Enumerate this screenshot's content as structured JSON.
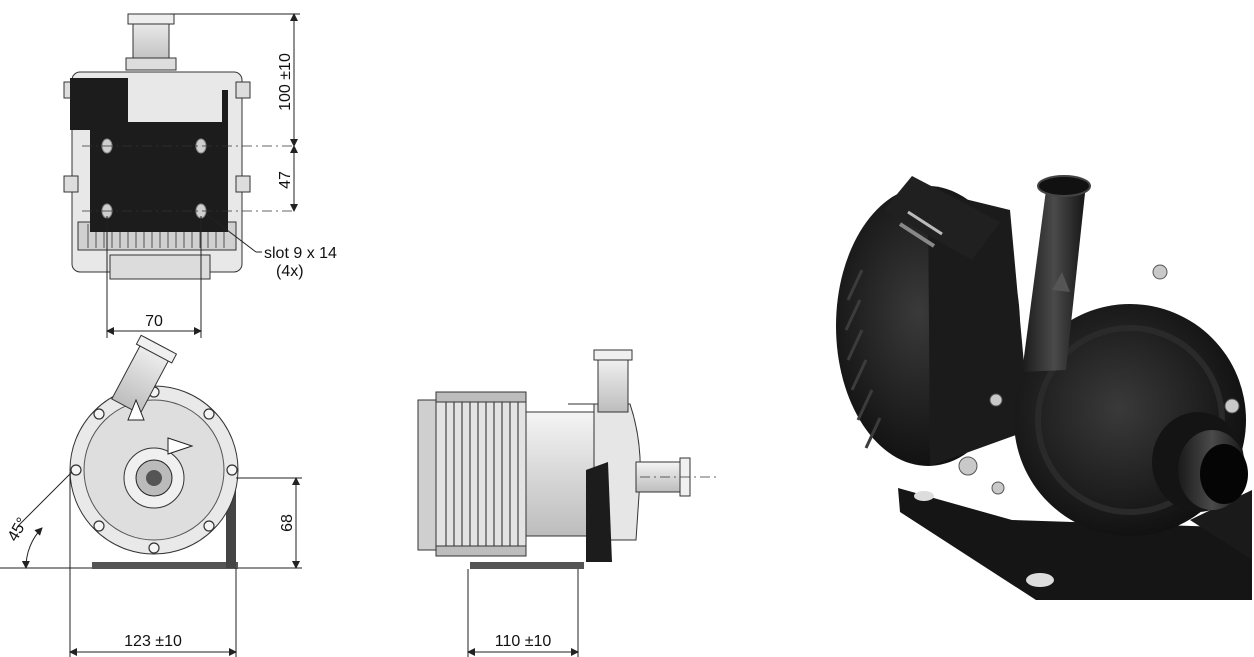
{
  "top_view": {
    "dim_height": "100 ±10",
    "dim_slot_spacing": "47",
    "dim_width": "70",
    "slot_label": "slot 9 x 14",
    "slot_count": "(4x)"
  },
  "front_view": {
    "dim_angle": "45°",
    "dim_height": "68",
    "dim_width": "123 ±10"
  },
  "side_view": {
    "dim_width": "110 ±10"
  },
  "colors": {
    "pump_body": "#1c1c1c",
    "line": "#222222",
    "light_part": "#e6e6e6"
  }
}
